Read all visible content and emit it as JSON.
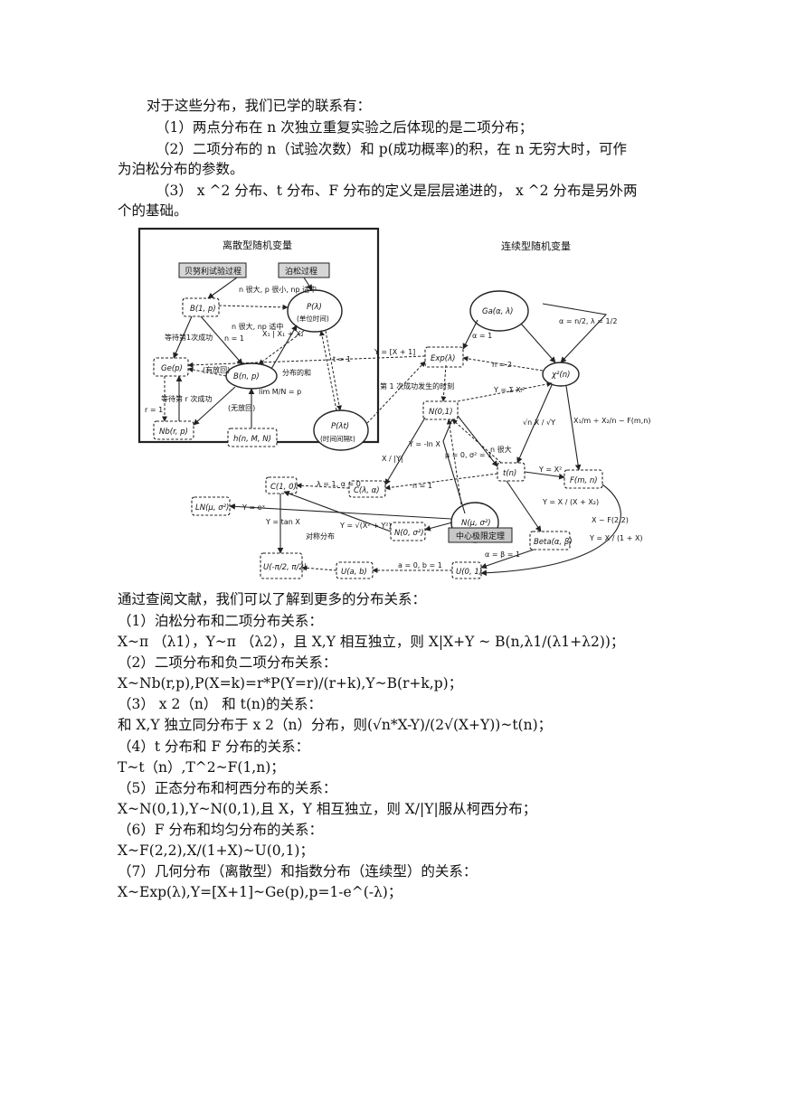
{
  "intro": {
    "heading": "对于这些分布，我们已学的联系有：",
    "items": [
      "（1）两点分布在 n 次独立重复实验之后体现的是二项分布；",
      "（2）二项分布的 n（试验次数）和 p(成功概率)的积，在 n 无穷大时，可作",
      "为泊松分布的参数。",
      "（3） x ^2 分布、t 分布、F 分布的定义是层层递进的， x ^2 分布是另外两",
      "个的基础。"
    ]
  },
  "diagram": {
    "discrete_title": "离散型随机变量",
    "continuous_title": "连续型随机变量",
    "bernoulli_box": "贝努利试验过程",
    "poisson_box": "泊松过程",
    "clt_box": "中心极限定理",
    "nodes": {
      "b1p": "B(1, p)",
      "plambda": "P(λ)",
      "plambda_sub": "(单位时间)",
      "gep": "Ge(p)",
      "bnp": "B(n, p)",
      "nbrp": "Nb(r, p)",
      "hnmn": "h(n, M, N)",
      "plt": "P(λt)",
      "plt_sub": "(时间间隔t)",
      "gaal": "Ga(α, λ)",
      "exp": "Exp(λ)",
      "chi2": "χ²(n)",
      "n01": "N(0,1)",
      "tn": "t(n)",
      "fmn": "F(m, n)",
      "c10": "C(1, 0)",
      "cla": "C(λ, α)",
      "lnmu": "LN(μ, σ²)",
      "nmu": "N(μ, σ²)",
      "n0s": "N(0, σ²)",
      "beta": "Beta(α, β)",
      "upi": "U(-π/2, π/2)",
      "uab": "U(a, b)",
      "u01": "U(0, 1)"
    },
    "labels": {
      "bern_to_b": "n 很大, p 很小, np 适中",
      "nlarge": "n 很大, np 适中",
      "n1": "n = 1",
      "x1x2": "X₁ | X₁ + X₂",
      "wait_first": "等待第1次成功",
      "wait_r": "等待第 r 次成功",
      "r1": "r = 1",
      "buhuigui": "(有放回)",
      "wuhuigui": "(无放回)",
      "limit": "lim M/N = p",
      "shifeng": "分布的和",
      "t1": "t = 1",
      "first_success": "第 1 次成功发生的时刻",
      "yx1": "Y = [X + 1]",
      "alpha1": "α = 1",
      "alpha_chi": "α = n/2, λ = 1/2",
      "n2": "n = 2",
      "ysum": "Y = Σ Xᵢ²",
      "tdef": "√n X / √Y",
      "fdef": "X₁/m ÷ X₂/n ~ F(m,n)",
      "ylnx": "Y = -ln X",
      "mu0": "μ = 0, σ² = 1",
      "nbig": "n 很大",
      "yx2": "Y = X²",
      "xy": "X / |Y|",
      "lam1": "λ = 1, α = 0",
      "nn1": "n = 1",
      "yex": "Y = eˣ",
      "ytan": "Y = tan X",
      "ysqrt": "Y = √(X² + Y²)",
      "xxdiv": "Y = X / (X + X₂)",
      "f22": "X ~ F(2,2)",
      "x1x": "Y = X / (1 + X)",
      "ab1": "α = β = 1",
      "a0b1": "a = 0, b = 1",
      "duichen": "对称分布"
    }
  },
  "after": {
    "lines": [
      "通过查阅文献，我们可以了解到更多的分布关系：",
      "（1）泊松分布和二项分布关系：",
      "X~π （λ1），Y~π （λ2），且 X,Y 相互独立，则 X|X+Y ~ B(n,λ1/(λ1+λ2))；",
      "（2）二项分布和负二项分布关系：",
      "X~Nb(r,p),P(X=k)=r*P(Y=r)/(r+k),Y~B(r+k,p)；",
      "（3） x 2（n） 和 t(n)的关系：",
      "和 X,Y 独立同分布于 x 2（n）分布，则(√n*X-Y)/(2√(X+Y))~t(n)；",
      "（4）t 分布和 F 分布的关系：",
      "T~t（n）,T^2~F(1,n)；",
      "（5）正态分布和柯西分布的关系：",
      "X~N(0,1),Y~N(0,1),且 X，Y 相互独立，则 X/|Y|服从柯西分布；",
      "（6）F 分布和均匀分布的关系：",
      "X~F(2,2),X/(1+X)~U(0,1)；",
      "（7）几何分布（离散型）和指数分布（连续型）的关系：",
      "X~Exp(λ),Y=[X+1]~Ge(p),p=1-e^(-λ)；"
    ]
  }
}
